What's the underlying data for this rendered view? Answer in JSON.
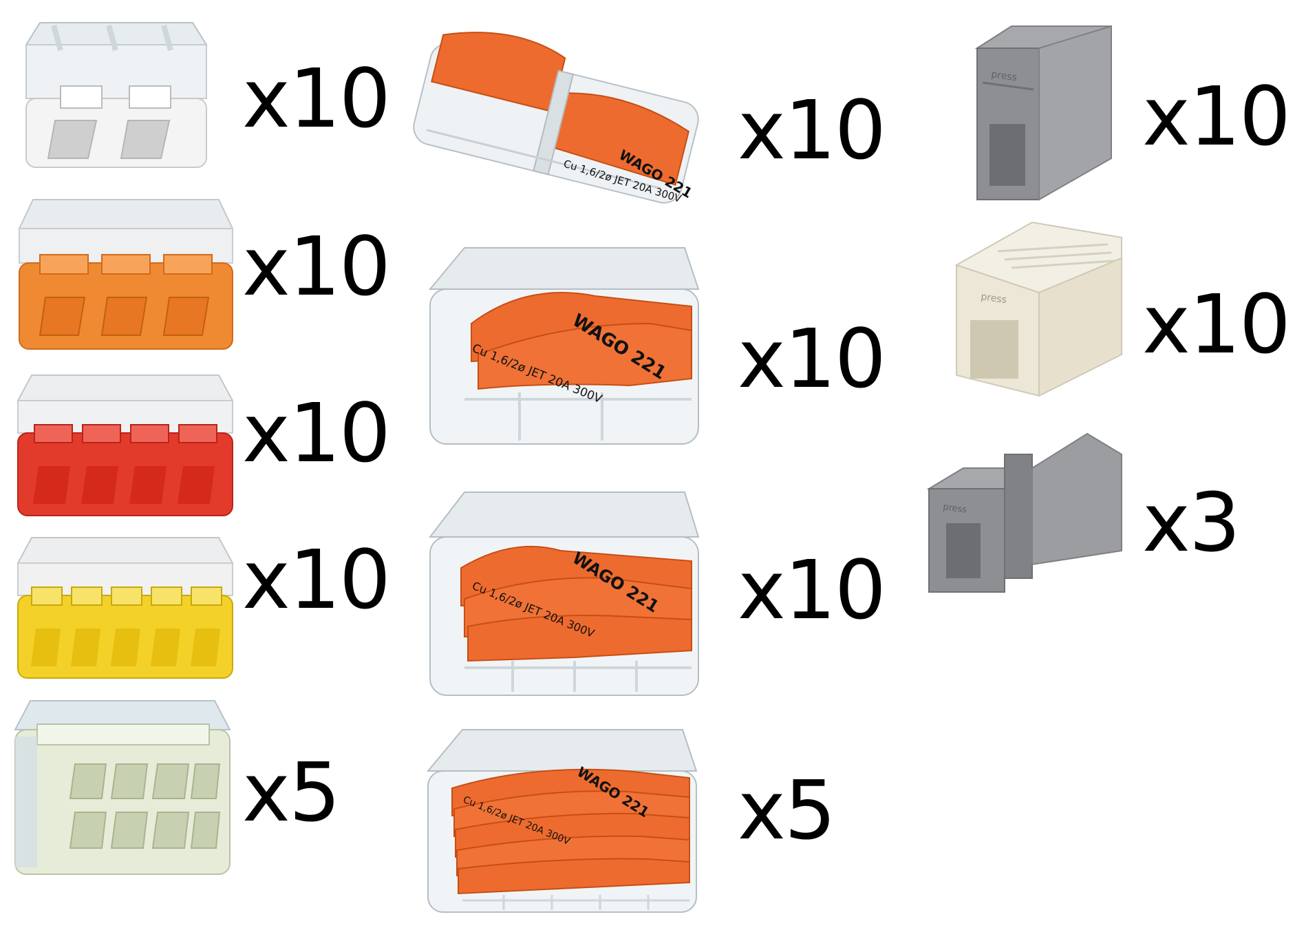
{
  "products": [
    {
      "id": "wago-2773-2",
      "colour": "#f2f2f2",
      "ports": 2,
      "quantity": "x10"
    },
    {
      "id": "wago-2773-3",
      "colour": "#f08a32",
      "ports": 3,
      "quantity": "x10"
    },
    {
      "id": "wago-2773-4",
      "colour": "#e23b2c",
      "ports": 4,
      "quantity": "x10"
    },
    {
      "id": "wago-2773-5",
      "colour": "#f3d128",
      "ports": 5,
      "quantity": "x10"
    },
    {
      "id": "wago-2773-8",
      "colour": "#e6ecd8",
      "ports": 8,
      "quantity": "x5"
    },
    {
      "id": "wago-221-inline",
      "colour": "#ee6b2f",
      "ports": 2,
      "quantity": "x10",
      "lever_text": "WAGO 221",
      "markings": "Cu 1,6/2ø JET 20A 300V"
    },
    {
      "id": "wago-221-2",
      "colour": "#ee6b2f",
      "ports": 2,
      "quantity": "x10",
      "lever_text": "WAGO 221",
      "markings": "Cu 1,6/2ø JET 20A 300V"
    },
    {
      "id": "wago-221-3",
      "colour": "#ee6b2f",
      "ports": 3,
      "quantity": "x10",
      "lever_text": "WAGO 221",
      "markings": "Cu 1,6/2ø JET 20A 300V"
    },
    {
      "id": "wago-221-5",
      "colour": "#ee6b2f",
      "ports": 5,
      "quantity": "x5",
      "lever_text": "WAGO 221",
      "markings": "Cu 1,6/2ø JET 20A 300V"
    },
    {
      "id": "wago-224-grey",
      "colour": "#8d8f92",
      "ports": 1,
      "quantity": "x10",
      "button_text": "press"
    },
    {
      "id": "wago-224-white",
      "colour": "#ece7d6",
      "ports": 1,
      "quantity": "x10",
      "button_text": "press"
    },
    {
      "id": "wago-224-inline",
      "colour": "#8d8f92",
      "ports": 2,
      "quantity": "x3",
      "button_text": "press"
    }
  ]
}
